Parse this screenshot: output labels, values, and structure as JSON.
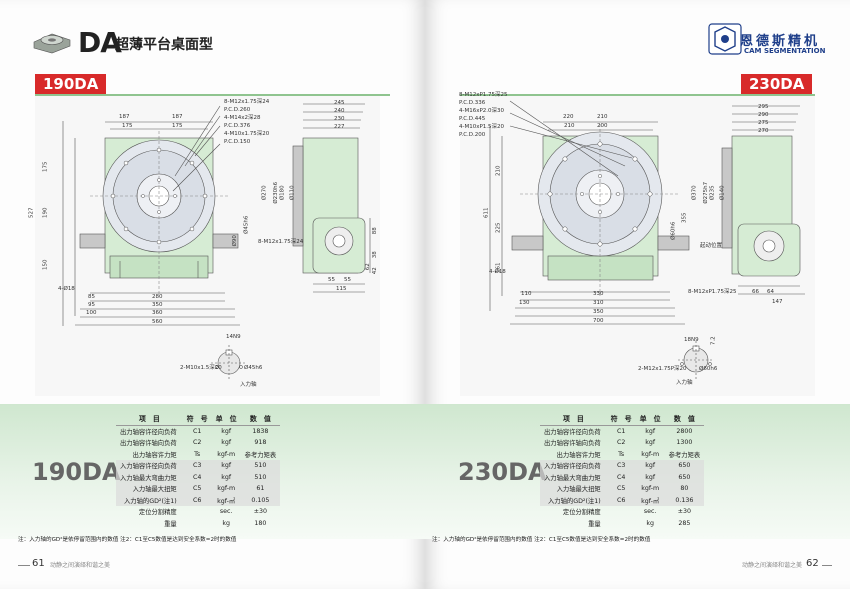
{
  "left": {
    "logo": "DA",
    "title": "超薄平台桌面型",
    "model": "190DA",
    "page_number": "61",
    "footer_text": "动静之间演绎和谐之美",
    "note": "注：入力轴的GD²是依停留范围内的数值  注2：C1至C5数值是达到安全系数=2时的数值",
    "dims": {
      "top_187a": "187",
      "top_187b": "187",
      "top_175a": "175",
      "top_175b": "175",
      "side_245": "245",
      "side_240": "240",
      "side_230": "230",
      "side_227": "227",
      "callout1": "8-M12x1.75深24",
      "callout2": "P.C.D.260",
      "callout3": "4-M14x2深28",
      "callout4": "P.C.D.376",
      "callout5": "4-M10x1.75深20",
      "callout6": "P.C.D.150",
      "v175": "175",
      "v527": "527",
      "v190": "190",
      "v150": "150",
      "d270": "Ø270",
      "d230": "Ø230h6",
      "d180": "Ø180",
      "d110": "Ø110",
      "d90": "Ø90",
      "d45": "Ø45h6",
      "hole": "4-Ø18",
      "b85": "85",
      "b95": "95",
      "b100": "100",
      "b280": "280",
      "b350": "350",
      "b360": "360",
      "b560": "560",
      "side_callout": "8-M12x1.75深24",
      "s88": "88",
      "s38": "38",
      "s62": "62",
      "s42": "42",
      "s55a": "55",
      "s55b": "55",
      "s115": "115",
      "key": "14N9",
      "key2": "2-M10x1.5深20",
      "shaft": "Ø45h6",
      "input_shaft": "入力轴"
    },
    "table": {
      "headers": [
        "项　目",
        "符　号",
        "单　位",
        "数　值"
      ],
      "rows": [
        {
          "name": "出力轴容许径向负荷",
          "sym": "C1",
          "unit": "kgf",
          "val": "1838",
          "hl": false
        },
        {
          "name": "出力轴容许轴向负荷",
          "sym": "C2",
          "unit": "kgf",
          "val": "918",
          "hl": false
        },
        {
          "name": "出力轴容许力矩",
          "sym": "Ts",
          "unit": "kgf-m",
          "val": "参考力矩表",
          "hl": false
        },
        {
          "name": "入力轴容许径向负荷",
          "sym": "C3",
          "unit": "kgf",
          "val": "510",
          "hl": true
        },
        {
          "name": "入力轴最大弯曲力矩",
          "sym": "C4",
          "unit": "kgf",
          "val": "510",
          "hl": true
        },
        {
          "name": "入力轴最大扭矩",
          "sym": "C5",
          "unit": "kgf-m",
          "val": "61",
          "hl": true
        },
        {
          "name": "入力轴的GD²(注1)",
          "sym": "C6",
          "unit": "kgf-㎡",
          "val": "0.105",
          "hl": true
        },
        {
          "name": "定位分割精度",
          "sym": "",
          "unit": "sec.",
          "val": "±30",
          "hl": false
        },
        {
          "name": "重量",
          "sym": "",
          "unit": "kg",
          "val": "180",
          "hl": false
        }
      ]
    }
  },
  "right": {
    "brand_cn": "恩德斯精机",
    "brand_en": "CAM SEGMENTATION",
    "model": "230DA",
    "page_number": "62",
    "footer_text": "动静之间演绎和谐之美",
    "note": "注：入力轴的GD²是依停留范围内的数值  注2：C1至C5数值是达到安全系数=2时的数值",
    "dims": {
      "callout1": "8-M12xP1.75深25",
      "callout2": "P.C.D.336",
      "callout3": "4-M16xP2.0深30",
      "callout4": "P.C.D.445",
      "callout5": "4-M10xP1.5深20",
      "callout6": "P.C.D.200",
      "t220": "220",
      "t210a": "210",
      "t210b": "210",
      "t200": "200",
      "s295": "295",
      "s290": "290",
      "s275": "275",
      "s270": "270",
      "v210": "210",
      "v611": "611",
      "v225": "225",
      "v161": "161",
      "v355": "355",
      "d370": "Ø370",
      "d275": "Ø275h7",
      "d235": "Ø235",
      "d140": "Ø140",
      "d60": "Ø60h6",
      "pos": "起动位置",
      "hole": "4-Ø18",
      "b110": "110",
      "b130": "130",
      "b330": "330",
      "b310": "310",
      "b350": "350",
      "b700": "700",
      "side_callout": "8-M12xP1.75深25",
      "s66": "66",
      "s64": "64",
      "s147": "147",
      "key": "18N9",
      "key2": "2-M12x1.75P深20",
      "shaft": "Ø60h6",
      "input_shaft": "入力轴",
      "k72": "7.2"
    },
    "table": {
      "headers": [
        "项　目",
        "符　号",
        "单　位",
        "数　值"
      ],
      "rows": [
        {
          "name": "出力轴容许径向负荷",
          "sym": "C1",
          "unit": "kgf",
          "val": "2800",
          "hl": false
        },
        {
          "name": "出力轴容许轴向负荷",
          "sym": "C2",
          "unit": "kgf",
          "val": "1300",
          "hl": false
        },
        {
          "name": "出力轴容许力矩",
          "sym": "Ts",
          "unit": "kgf-m",
          "val": "参考力矩表",
          "hl": false
        },
        {
          "name": "入力轴容许径向负荷",
          "sym": "C3",
          "unit": "kgf",
          "val": "650",
          "hl": true
        },
        {
          "name": "入力轴最大弯曲力矩",
          "sym": "C4",
          "unit": "kgf",
          "val": "650",
          "hl": true
        },
        {
          "name": "入力轴最大扭矩",
          "sym": "C5",
          "unit": "kgf-m",
          "val": "80",
          "hl": true
        },
        {
          "name": "入力轴的GD²(注1)",
          "sym": "C6",
          "unit": "kgf-㎡",
          "val": "0.136",
          "hl": true
        },
        {
          "name": "定位分割精度",
          "sym": "",
          "unit": "sec.",
          "val": "±30",
          "hl": false
        },
        {
          "name": "重量",
          "sym": "",
          "unit": "kg",
          "val": "285",
          "hl": false
        }
      ]
    }
  }
}
